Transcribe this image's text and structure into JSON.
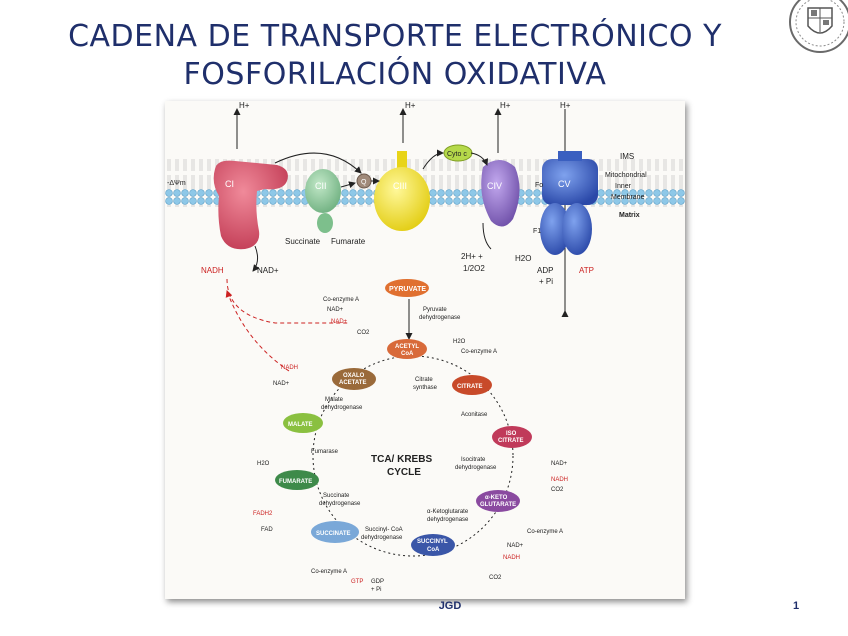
{
  "slide": {
    "title_line1": "CADENA DE TRANSPORTE ELECTRÓNICO Y",
    "title_line2": "FOSFORILACIÓN OXIDATIVA",
    "footer_author": "JGD",
    "page_number": "1"
  },
  "etc": {
    "complexes": [
      "CI",
      "CII",
      "CIII",
      "CIV",
      "CV"
    ],
    "proton_label": "H+",
    "cyt_c": "Cyto c",
    "q": "Q",
    "ims": "IMS",
    "membrane_label": [
      "Mitochondrial",
      "Inner",
      "Membrane"
    ],
    "matrix": "Matrix",
    "fo": "Fo",
    "f1": "F1",
    "potential": "-ΔΨm",
    "succinate": "Succinate",
    "fumarate": "Fumarate",
    "nadh": "NADH",
    "nad": "NAD+",
    "water_in1": "2H+ +",
    "water_in2": "1/2O2",
    "water_out": "H2O",
    "adp1": "ADP",
    "adp2": "+ Pi",
    "atp": "ATP"
  },
  "krebs": {
    "center1": "TCA/ KREBS",
    "center2": "CYCLE",
    "pyruvate": "PYRUVATE",
    "acetyl1": "ACETYL",
    "acetyl2": "CoA",
    "citrate": "CITRATE",
    "isocitrate1": "ISO",
    "isocitrate2": "CITRATE",
    "akg1": "α-KETO",
    "akg2": "GLUTARATE",
    "succoa1": "SUCCINYL",
    "succoa2": "CoA",
    "succinate": "SUCCINATE",
    "fumarate": "FUMARATE",
    "malate": "MALATE",
    "oxalo1": "OXALO",
    "oxalo2": "ACETATE",
    "coa": "Co-enzyme A",
    "nadplus": "NAD+",
    "nadh": "NADH",
    "nad_dashed": "NAD+",
    "co2": "CO2",
    "pdh1": "Pyruvate",
    "pdh2": "dehydrogenase",
    "h2o": "H2O",
    "cs1": "Citrate",
    "cs2": "synthase",
    "aconitase": "Aconitase",
    "idh1": "Isocitrate",
    "idh2": "dehydrogenase",
    "akgdh1": "α-Ketoglutarate",
    "akgdh2": "dehydrogenase",
    "scs1": "Succinyl- CoA",
    "scs2": "dehydrogenase",
    "gtp": "GTP",
    "gdp1": "GDP",
    "gdp2": "+ Pi",
    "sdh1": "Succinate",
    "sdh2": "dehydrogenase",
    "fadh2": "FADH2",
    "fad": "FAD",
    "fumarase": "Fumarase",
    "mdh1": "Malate",
    "mdh2": "dehydrogenase",
    "nadh_left": "NADH",
    "nad_left": "NAD+"
  },
  "colors": {
    "title": "#1f2f6b",
    "ci": "#d85068",
    "cii": "#8ec89a",
    "ciii": "#f2e12a",
    "civ": "#8a6bc0",
    "cv": "#3a5fc0",
    "cyt_c": "#b5d94a",
    "red_label": "#cc2222"
  }
}
